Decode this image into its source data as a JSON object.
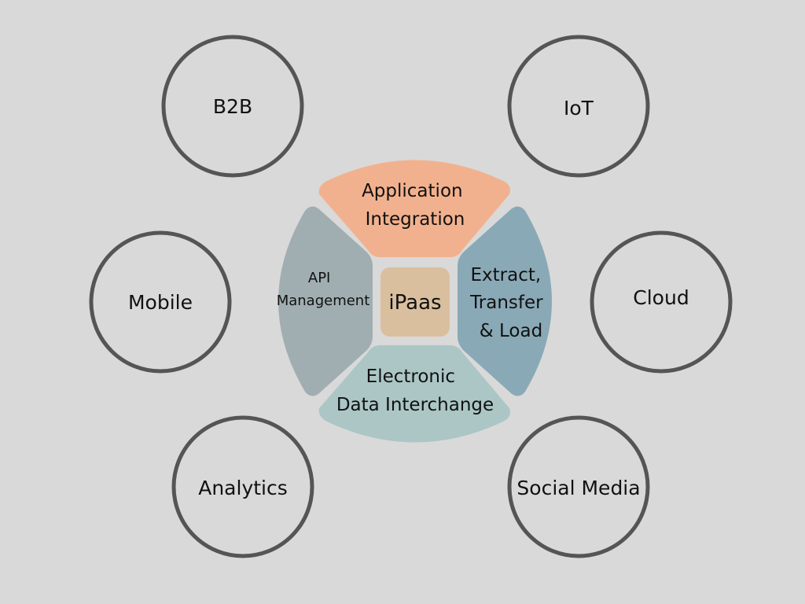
{
  "diagram": {
    "outer_nodes": [
      {
        "id": "b2b",
        "label": "B2B"
      },
      {
        "id": "iot",
        "label": "IoT"
      },
      {
        "id": "mobile",
        "label": "Mobile"
      },
      {
        "id": "cloud",
        "label": "Cloud"
      },
      {
        "id": "analytics",
        "label": "Analytics"
      },
      {
        "id": "social-media",
        "label": "Social Media"
      }
    ],
    "segments": {
      "top": {
        "lines": [
          "Application",
          "Integration"
        ],
        "color": "#f2b18e"
      },
      "left": {
        "lines": [
          "API",
          "Management"
        ],
        "color": "#a1aeb1"
      },
      "right": {
        "lines": [
          "Extract,",
          "Transfer",
          "& Load"
        ],
        "color": "#8aa9b7"
      },
      "bottom": {
        "lines": [
          "Electronic",
          "Data Interchange"
        ],
        "color": "#acc6c6"
      }
    },
    "hub": {
      "label": "iPaas",
      "color": "#d9bf9e"
    },
    "colors": {
      "background": "#d9d9d9",
      "circle_stroke": "#555555"
    }
  }
}
